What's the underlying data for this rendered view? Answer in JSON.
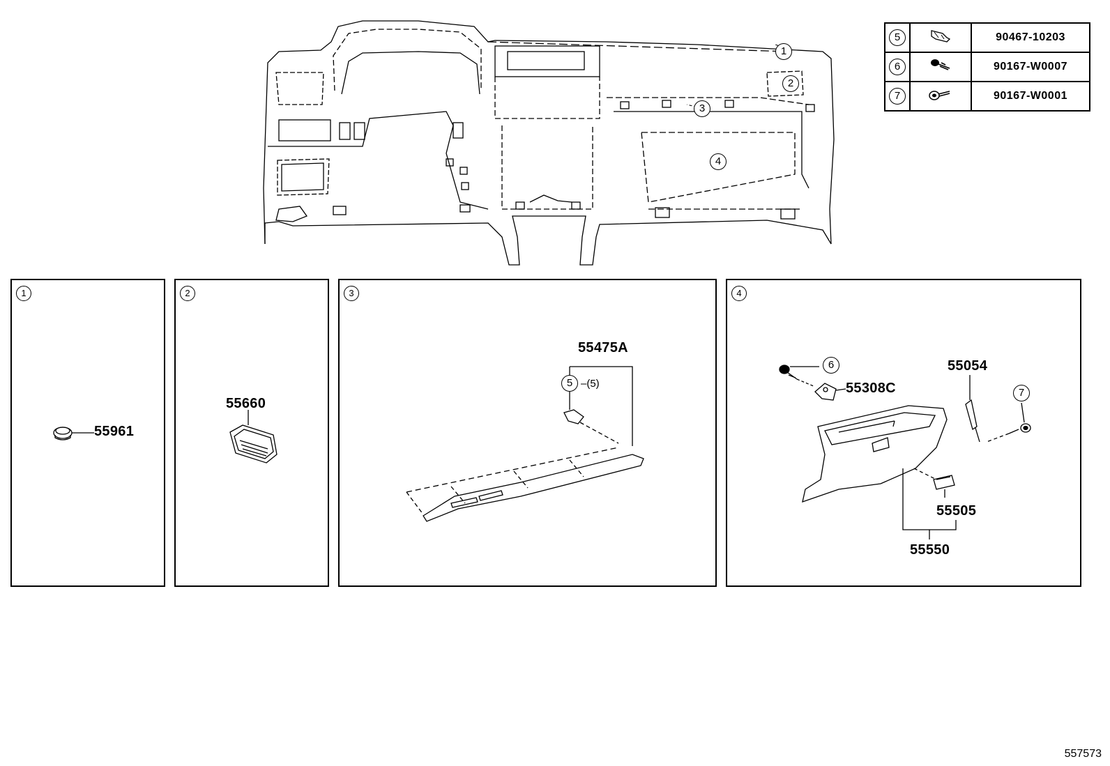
{
  "reference_table": {
    "rows": [
      {
        "ref": "5",
        "icon": "clip-icon",
        "part": "90467-10203"
      },
      {
        "ref": "6",
        "icon": "screw-icon",
        "part": "90167-W0007"
      },
      {
        "ref": "7",
        "icon": "bolt-icon",
        "part": "90167-W0001"
      }
    ]
  },
  "overview": {
    "callouts": [
      "1",
      "2",
      "3",
      "4"
    ]
  },
  "panels": [
    {
      "num": "1",
      "parts": [
        "55961"
      ]
    },
    {
      "num": "2",
      "parts": [
        "55660"
      ]
    },
    {
      "num": "3",
      "parts": [
        "55475A"
      ],
      "sub_ref": "5",
      "sub_qty": "(5)"
    },
    {
      "num": "4",
      "parts": [
        "55308C",
        "55054",
        "55505",
        "55550"
      ],
      "sub_refs": [
        "6",
        "7"
      ]
    }
  ],
  "diagram_id": "557573"
}
